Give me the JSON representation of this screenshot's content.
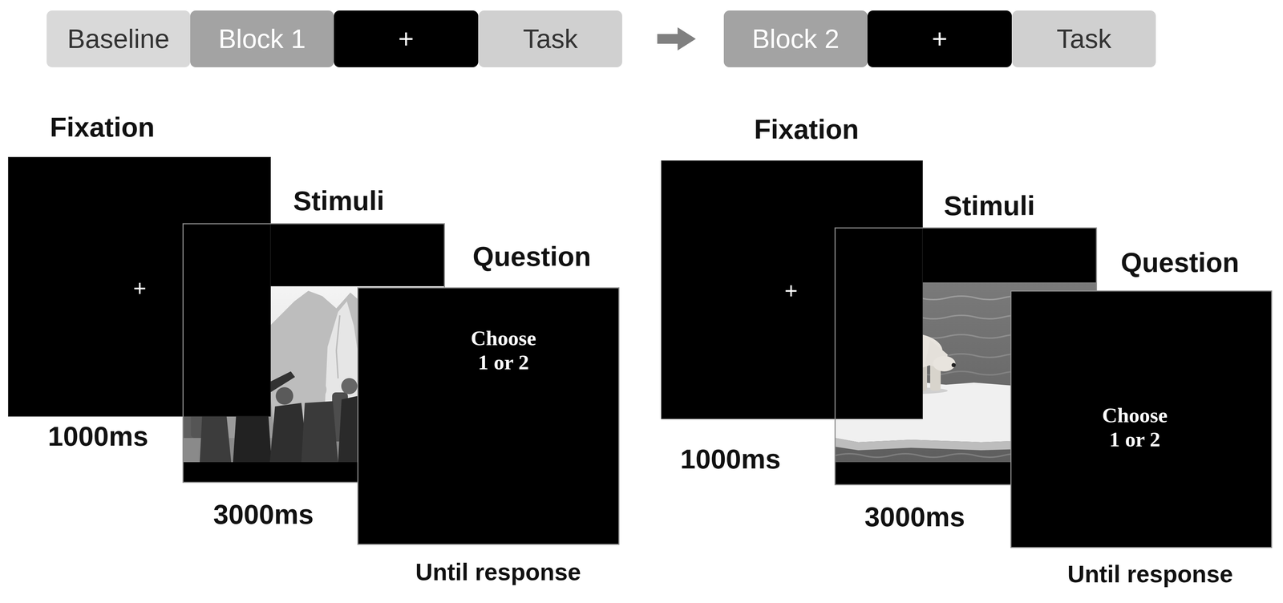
{
  "diagram": {
    "nodes": [
      {
        "text": [
          "Baseline"
        ]
      },
      {
        "text": [
          "Block 1"
        ]
      },
      {
        "text": [
          "+"
        ]
      },
      {
        "text": [
          "Task"
        ]
      },
      {
        "text": [
          "Block 2"
        ]
      },
      {
        "text": [
          "+"
        ]
      },
      {
        "text": [
          "Task"
        ]
      },
      {
        "text": [
          "Fixation",
          "+"
        ]
      },
      {
        "text": [
          "Stimuli"
        ]
      },
      {
        "text": [
          "Question",
          "Choose 1 or 2"
        ]
      },
      {
        "text": [
          "Fixation",
          "+"
        ]
      },
      {
        "text": [
          "Stimuli"
        ]
      },
      {
        "text": [
          "Question",
          "Choose 1 or 2"
        ]
      }
    ],
    "edges": [
      {
        "from": 3,
        "to": 4,
        "arrow": "to"
      }
    ],
    "labels": [
      "1000ms",
      "3000ms",
      "Until response",
      "1000ms",
      "3000ms",
      "Until response"
    ]
  }
}
